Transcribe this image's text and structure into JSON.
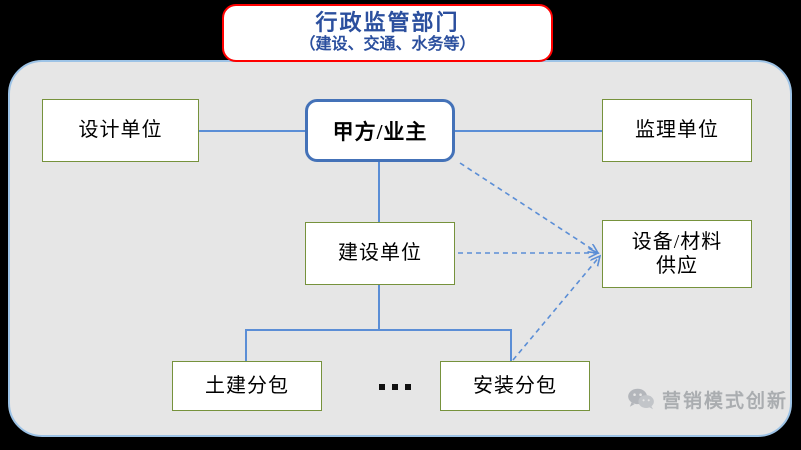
{
  "title": {
    "main": "行政监管部门",
    "sub": "（建设、交通、水务等）"
  },
  "nodes": {
    "design": "设计单位",
    "owner": "甲方/业主",
    "supervisor": "监理单位",
    "builder": "建设单位",
    "supply_line1": "设备/材料",
    "supply_line2": "供应",
    "civil": "土建分包",
    "install": "安装分包",
    "ellipsis": "..."
  },
  "colors": {
    "title_border": "#ff0000",
    "title_text": "#2b4f9e",
    "panel_fill": "#e6e6e6",
    "panel_border": "#9dc3e6",
    "node_border": "#76923c",
    "owner_border": "#4472b8",
    "connector": "#5b8ed6",
    "canvas": "#000000"
  },
  "watermark": {
    "icon": "wechat-icon",
    "text": "营销模式创新"
  }
}
